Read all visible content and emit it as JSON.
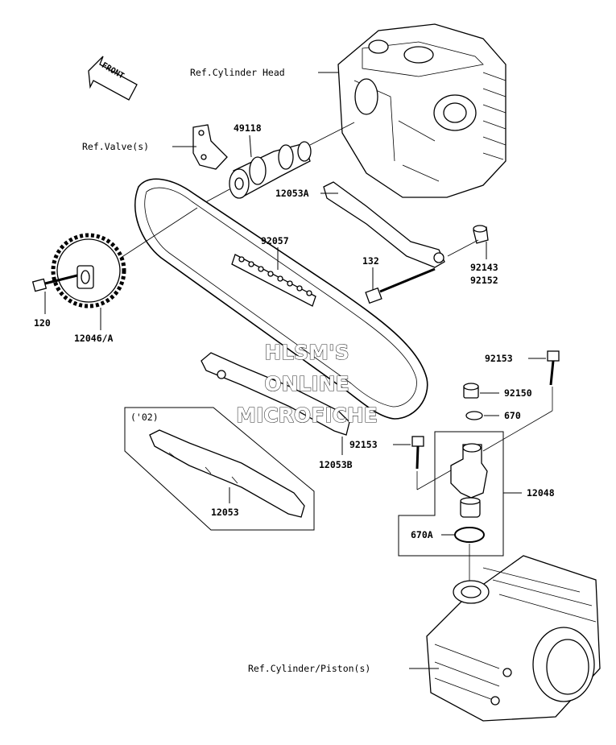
{
  "front_label": "FRONT",
  "ref_labels": {
    "cylinder_head": "Ref.Cylinder Head",
    "valves": "Ref.Valve(s)",
    "cylinder_piston": "Ref.Cylinder/Piston(s)"
  },
  "parts": {
    "camshaft": "49118",
    "guide_upper": "12053A",
    "chain": "92057",
    "bolt_132": "132",
    "pin_a": "92143",
    "pin_b": "92152",
    "bolt_120": "120",
    "sprocket": "12046/A",
    "guide_lower": "12053B",
    "guide_02": "12053",
    "guide_02_note": "('02)",
    "bolt_top": "92153",
    "cap_bolt": "92150",
    "oring_small": "670",
    "bolt_mid": "92153",
    "tensioner": "12048",
    "oring_large": "670A"
  },
  "watermark": {
    "line1": "HLSM'S",
    "line2": "ONLINE",
    "line3": "MICROFICHE"
  }
}
